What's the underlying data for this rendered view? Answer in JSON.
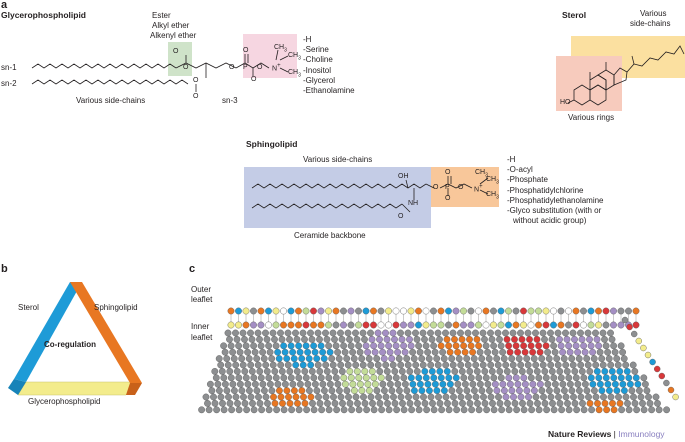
{
  "panel_a": {
    "letter": "a",
    "glycerophospholipid": {
      "title": "Glycerophospholipid",
      "sn1": "sn-1",
      "sn2": "sn-2",
      "sn3": "sn-3",
      "linkage_labels": [
        "Ester",
        "Alkyl ether",
        "Alkenyl ether"
      ],
      "side_chains": "Various side-chains",
      "atoms": {
        "o": "O",
        "p": "P",
        "n": "N",
        "ch3": "CH",
        "sub3": "3",
        "plus": "+"
      },
      "head_groups": [
        "-H",
        "-Serine",
        "-Choline",
        "-Inositol",
        "-Glycerol",
        "-Ethanolamine"
      ]
    },
    "sterol": {
      "title": "Sterol",
      "side_chains": [
        "Various",
        "side-chains"
      ],
      "rings": "Various rings",
      "ho": "HO"
    },
    "sphingolipid": {
      "title": "Sphingolipid",
      "side_chains": "Various side-chains",
      "backbone": "Ceramide backbone",
      "oh": "OH",
      "nh": "NH",
      "head_groups": [
        "-H",
        "-O-acyl",
        "-Phosphate",
        "-Phosphatidylchlorine",
        "-Phosphatidylethanolamine",
        "-Glyco substitution (with or",
        "without acidic group)"
      ]
    }
  },
  "panel_b": {
    "letter": "b",
    "sterol": "Sterol",
    "sphingolipid": "Sphingolipid",
    "center": "Co-regulation",
    "bottom": "Glycerophospholipid",
    "colors": {
      "blue": "#1e9bd7",
      "orange": "#e87722",
      "yellow": "#f3ec8c"
    }
  },
  "panel_c": {
    "letter": "c",
    "outer_leaflet": [
      "Outer",
      "leaflet"
    ],
    "inner_leaflet": [
      "Inner",
      "leaflet"
    ]
  },
  "footer": {
    "journal": "Nature Reviews",
    "separator": " | ",
    "section": "Immunology"
  },
  "colors": {
    "ester_box": "#cfe3c9",
    "headgroup_box": "#f6d6e1",
    "sterol_side": "#fbe0a0",
    "sterol_rings": "#f7cbbd",
    "sphingo_backbone": "#c4cce6",
    "sphingo_head": "#f8c79a",
    "grey_lipid": "#8d8f91",
    "purple_domain": "#a48fc4",
    "green_domain": "#c3dc98",
    "red_domain": "#d8383a",
    "journal_purple": "#8a80c0"
  }
}
